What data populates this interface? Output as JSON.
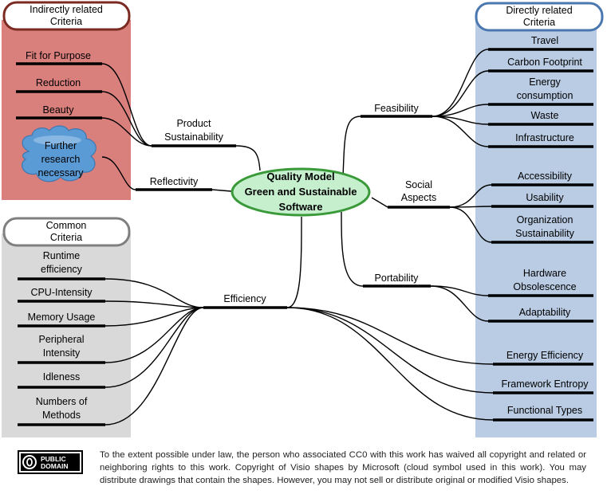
{
  "groups": {
    "indirect": {
      "title": [
        "Indirectly related",
        "Criteria"
      ],
      "color": "#d97f7c",
      "border": "#7b2a22"
    },
    "direct": {
      "title": [
        "Directly related",
        "Criteria"
      ],
      "color": "#b9cce4",
      "border": "#4a77b0"
    },
    "common": {
      "title": [
        "Common",
        "Criteria"
      ],
      "color": "#d9d9d9",
      "border": "#7f7f7f"
    }
  },
  "center": {
    "lines": [
      "Quality Model",
      "Green and Sustainable",
      "Software"
    ],
    "fill": "#c6efce",
    "stroke": "#3a9a3a"
  },
  "hubs": {
    "product_sustainability": [
      "Product",
      "Sustainability"
    ],
    "reflectivity": [
      "Reflectivity"
    ],
    "feasibility": [
      "Feasibility"
    ],
    "social_aspects": [
      "Social",
      "Aspects"
    ],
    "portability": [
      "Portability"
    ],
    "efficiency": [
      "Efficiency"
    ]
  },
  "leaves": {
    "fit_for_purpose": [
      "Fit for Purpose"
    ],
    "reduction": [
      "Reduction"
    ],
    "beauty": [
      "Beauty"
    ],
    "further_research": [
      "Further",
      "research",
      "necessary"
    ],
    "travel": [
      "Travel"
    ],
    "carbon_footprint": [
      "Carbon Footprint"
    ],
    "energy_consumption": [
      "Energy",
      "consumption"
    ],
    "waste": [
      "Waste"
    ],
    "infrastructure": [
      "Infrastructure"
    ],
    "accessibility": [
      "Accessibility"
    ],
    "usability": [
      "Usability"
    ],
    "organization_sustainability": [
      "Organization",
      "Sustainability"
    ],
    "hardware_obsolescence": [
      "Hardware",
      "Obsolescence"
    ],
    "adaptability": [
      "Adaptability"
    ],
    "energy_efficiency": [
      "Energy Efficiency"
    ],
    "framework_entropy": [
      "Framework Entropy"
    ],
    "functional_types": [
      "Functional Types"
    ],
    "runtime_efficiency": [
      "Runtime",
      "efficiency"
    ],
    "cpu_intensity": [
      "CPU-Intensity"
    ],
    "memory_usage": [
      "Memory Usage"
    ],
    "peripheral_intensity": [
      "Peripheral",
      "Intensity"
    ],
    "idleness": [
      "Idleness"
    ],
    "numbers_of_methods": [
      "Numbers of",
      "Methods"
    ]
  },
  "cloud_color": "#5b9bd5",
  "footer": {
    "badge_top": "PUBLIC",
    "badge_bottom": "DOMAIN",
    "text": "To the extent possible under law, the person who associated CC0 with this work has waived all copyright and related or neighboring rights to this work. Copyright of Visio shapes by Microsoft (cloud symbol used in this work). You may distribute drawings that contain the shapes. However, you may not sell or distribute original or modified Visio shapes."
  }
}
